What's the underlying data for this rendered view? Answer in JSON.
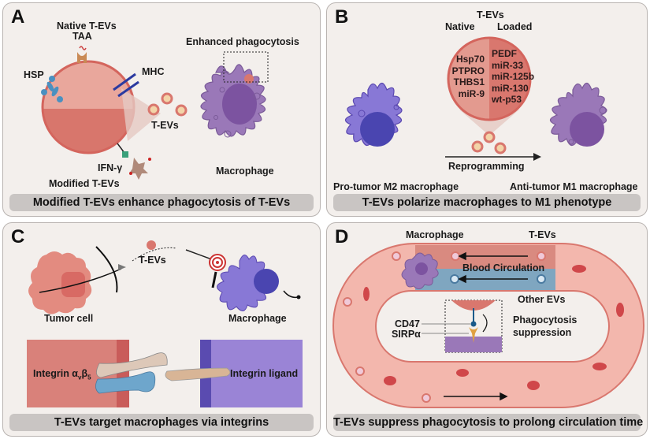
{
  "panels": {
    "A": {
      "letter": "A",
      "caption": "Modified T-EVs enhance phagocytosis of T-EVs",
      "labels": {
        "native": "Native T-EVs",
        "taa": "TAA",
        "hsp": "HSP",
        "mhc": "MHC",
        "tevs": "T-EVs",
        "ifn": "IFN-γ",
        "modified": "Modified T-EVs",
        "enhanced": "Enhanced phagocytosis",
        "macrophage": "Macrophage"
      }
    },
    "B": {
      "letter": "B",
      "caption": "T-EVs polarize macrophages to M1 phenotype",
      "labels": {
        "tevs": "T-EVs",
        "native": "Native",
        "loaded": "Loaded",
        "reprogramming": "Reprogramming",
        "m2": "Pro-tumor M2 macrophage",
        "m1": "Anti-tumor M1 macrophage"
      },
      "native_cargo": [
        "Hsp70",
        "PTPRO",
        "THBS1",
        "miR-9"
      ],
      "loaded_cargo": [
        "PEDF",
        "miR-33",
        "miR-125b",
        "miR-130",
        "wt-p53"
      ]
    },
    "C": {
      "letter": "C",
      "caption": "T-EVs target macrophages via integrins",
      "labels": {
        "tevs": "T-EVs",
        "tumor": "Tumor cell",
        "macrophage": "Macrophage",
        "integrin": "Integrin α",
        "integrin_sub1": "v",
        "integrin_beta": "β",
        "integrin_sub2": "5",
        "ligand": "Integrin ligand"
      }
    },
    "D": {
      "letter": "D",
      "caption": "T-EVs suppress phagocytosis to prolong circulation time",
      "labels": {
        "macrophage": "Macrophage",
        "tevs": "T-EVs",
        "blood": "Blood Circulation",
        "other": "Other EVs",
        "cd47": "CD47",
        "sirpa": "SIRPα",
        "phago1": "Phagocytosis",
        "phago2": "suppression"
      }
    }
  },
  "colors": {
    "panel_bg": "#f3efec",
    "caption_bg": "#c9c5c3",
    "tev_red": "#d9776e",
    "macrophage_m1": "#9a78b8",
    "macrophage_m2": "#8878d6",
    "vessel": "#e8a49c",
    "other_ev_blue": "#7fa6c0"
  }
}
